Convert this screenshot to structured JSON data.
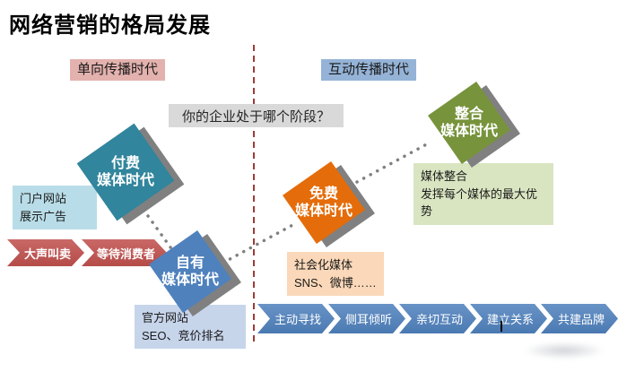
{
  "title": "网络营销的格局发展",
  "eras": {
    "left": {
      "label": "单向传播时代",
      "bg": "#E3B2AE"
    },
    "right": {
      "label": "互动传播时代",
      "bg": "#95B3D7"
    }
  },
  "question": {
    "text": "你的企业处于哪个阶段？",
    "bg": "#D9D9D9"
  },
  "divider": {
    "color": "#9E3B38"
  },
  "connector": {
    "color": "#7F7F7F"
  },
  "shadow_color": "#808080",
  "stages": [
    {
      "name": "付费媒体时代",
      "line1": "付费",
      "line2": "媒体时代",
      "color": "#31859C",
      "note": [
        "门户网站",
        "展示广告"
      ],
      "note_bg": "#B9DDE8"
    },
    {
      "name": "自有媒体时代",
      "line1": "自有",
      "line2": "媒体时代",
      "color": "#4F81BD",
      "note": [
        "官方网站",
        "SEO、竞价排名"
      ],
      "note_bg": "#C7D5EB"
    },
    {
      "name": "免费媒体时代",
      "line1": "免费",
      "line2": "媒体时代",
      "color": "#E46C0A",
      "note": [
        "社会化媒体",
        "SNS、微博……"
      ],
      "note_bg": "#FAD8B9"
    },
    {
      "name": "整合媒体时代",
      "line1": "整合",
      "line2": "媒体时代",
      "color": "#77933C",
      "note": [
        "媒体整合",
        "发挥每个媒体的最大优势"
      ],
      "note_bg": "#D9E5C1"
    }
  ],
  "push_arrows": {
    "color": "#C0504D",
    "items": [
      "大声叫卖",
      "等待消费者"
    ]
  },
  "engage_arrows": {
    "color": "#4F81BD",
    "items": [
      "主动寻找",
      "侧耳倾听",
      "亲切互动",
      "建立关系",
      "共建品牌"
    ]
  }
}
